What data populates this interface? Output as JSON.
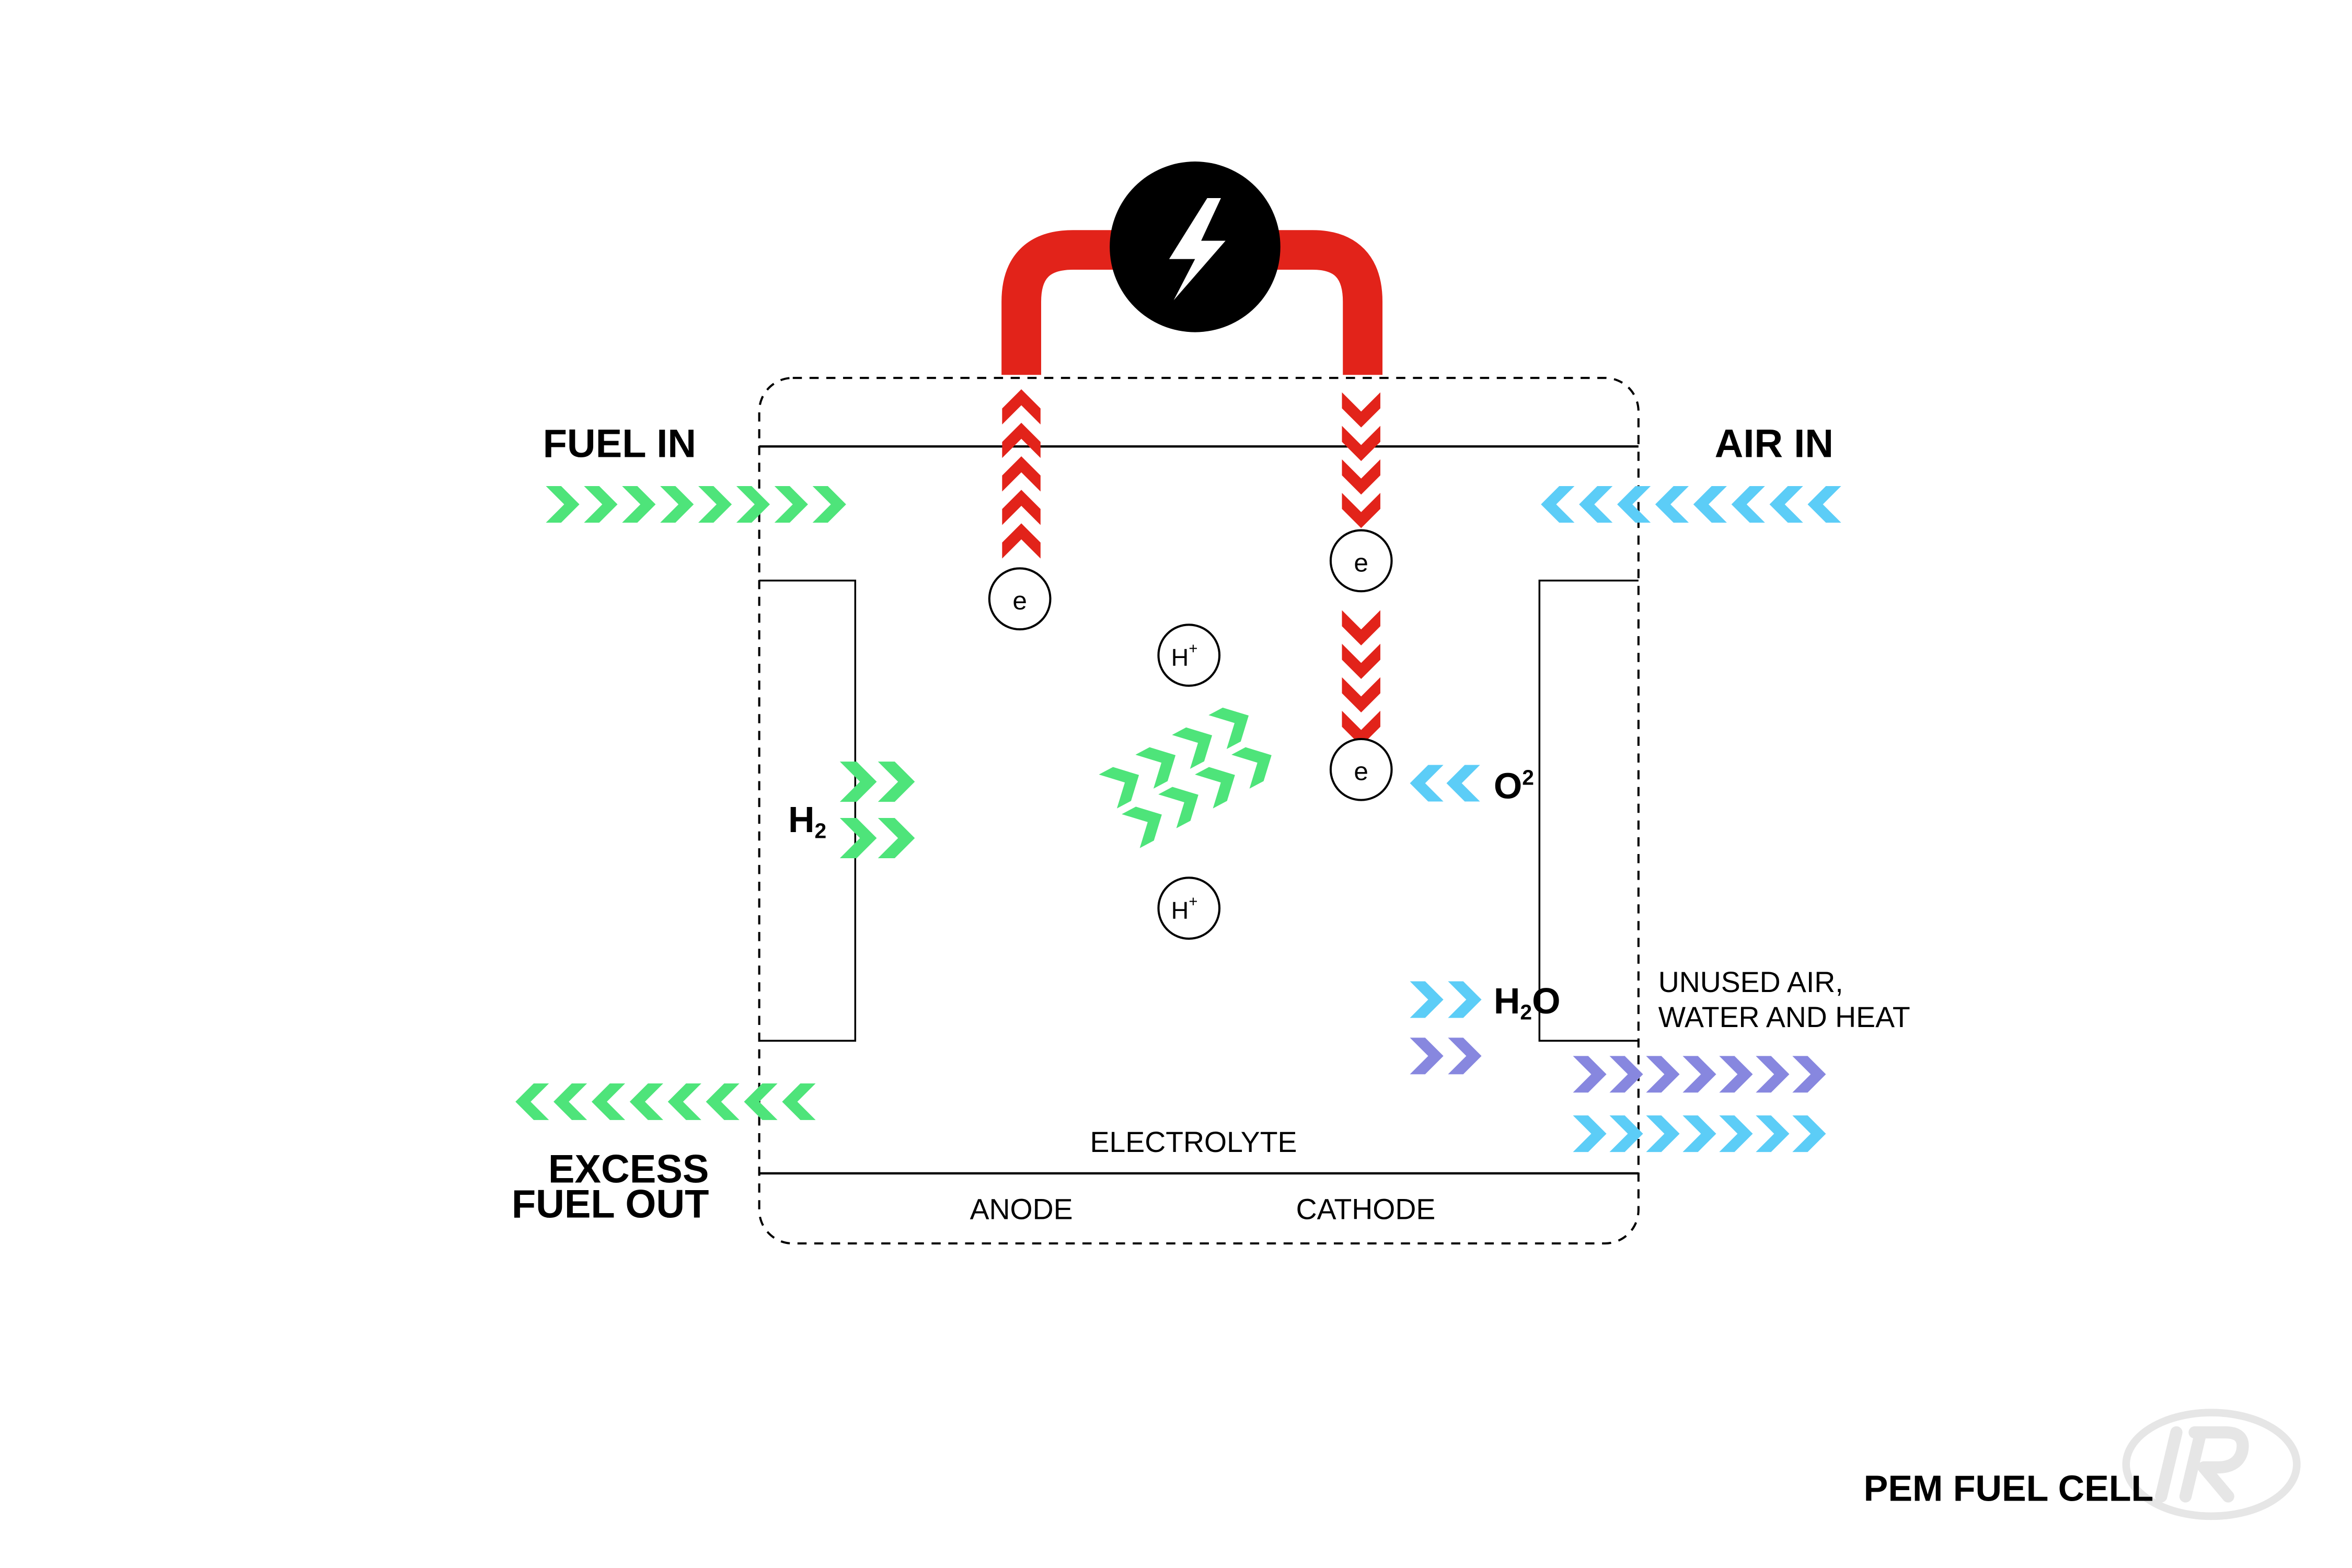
{
  "labels": {
    "fuel_in": "FUEL IN",
    "air_in": "AIR IN",
    "excess_fuel_out_line1": "EXCESS",
    "excess_fuel_out_line2": "FUEL OUT",
    "h2_main": "H",
    "h2_sub": "2",
    "o2_main": "O",
    "o2_sup": "2",
    "h2o_h": "H",
    "h2o_sub": "2",
    "h2o_o": "O",
    "unused_line1": "UNUSED AIR,",
    "unused_line2": "WATER AND HEAT",
    "electrolyte": "ELECTROLYTE",
    "anode": "ANODE",
    "cathode": "CATHODE",
    "title": "PEM FUEL CELL"
  },
  "particles": {
    "electron": "e",
    "proton_main": "H",
    "proton_sup": "+"
  },
  "colors": {
    "fuel_green": "#4ee47a",
    "air_blue": "#5ccdf7",
    "exhaust_purple": "#8787df",
    "circuit_red": "#e2231a",
    "load_black": "#000000",
    "logo_gray": "#e6e6e6"
  },
  "icons": {
    "load": "lightning-bolt-icon",
    "logo": "ir-logo"
  }
}
